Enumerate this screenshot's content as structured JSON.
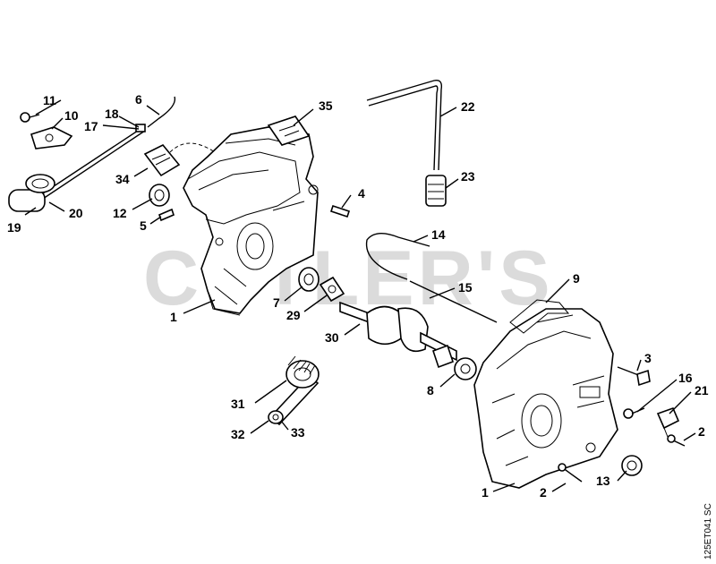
{
  "watermark": "CUTLER'S",
  "diagram_code": "125ET041 SC",
  "callouts": {
    "c1a": "1",
    "c1b": "1",
    "c2a": "2",
    "c2b": "2",
    "c3": "3",
    "c4": "4",
    "c5": "5",
    "c6": "6",
    "c7": "7",
    "c8": "8",
    "c9": "9",
    "c10": "10",
    "c11": "11",
    "c12": "12",
    "c13": "13",
    "c14": "14",
    "c15": "15",
    "c16": "16",
    "c17": "17",
    "c18": "18",
    "c19": "19",
    "c20": "20",
    "c21": "21",
    "c22": "22",
    "c23": "23",
    "c29": "29",
    "c30": "30",
    "c31": "31",
    "c32": "32",
    "c33": "33",
    "c34": "34",
    "c35": "35"
  }
}
